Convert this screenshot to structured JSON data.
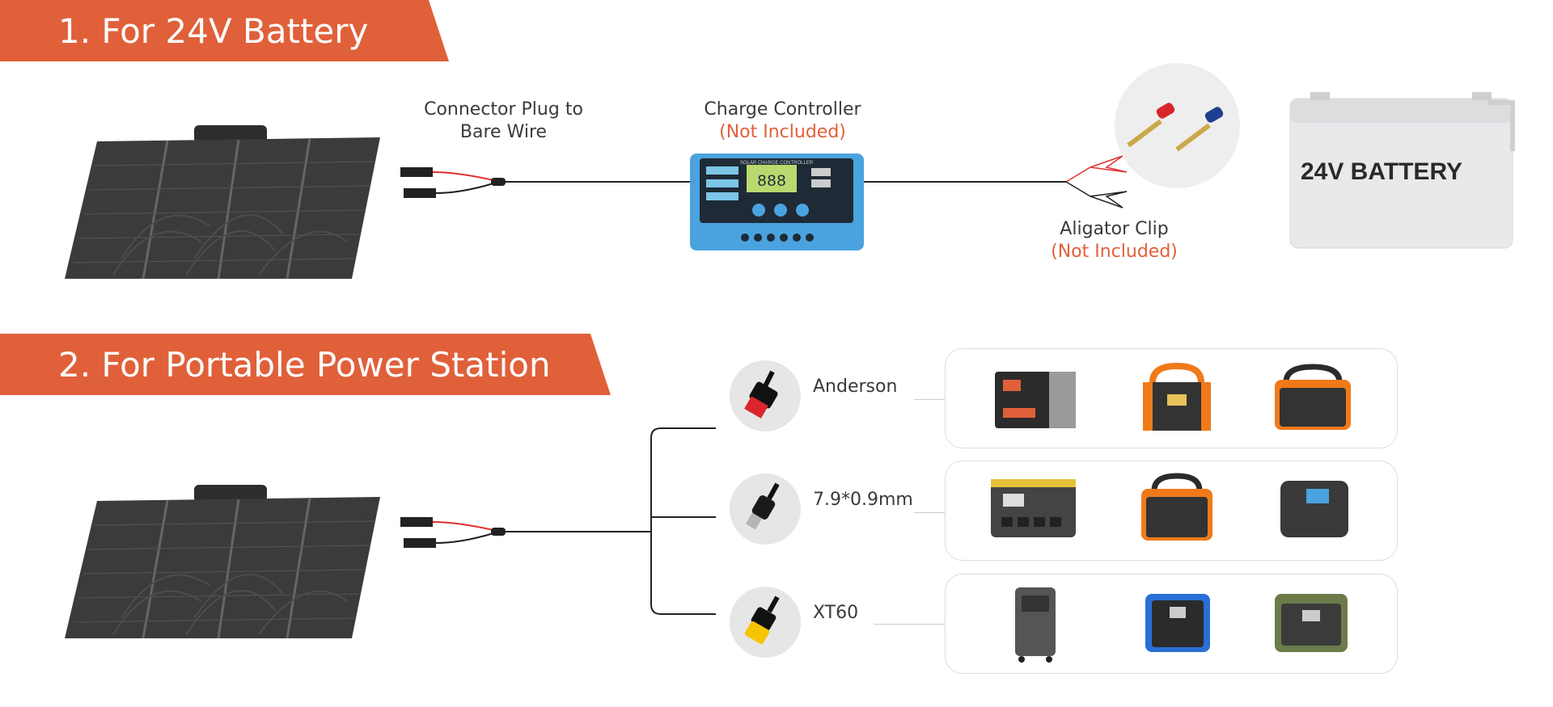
{
  "section1": {
    "title": "1. For 24V Battery",
    "connector_label": "Connector Plug to\nBare Wire",
    "controller_label": "Charge Controller",
    "controller_note": "(Not Included)",
    "controller_screen_text": "SOLAR CHARGE CONTROLLER",
    "controller_display": "888",
    "clip_label": "Aligator Clip",
    "clip_note": "(Not Included)",
    "battery_label": "24V BATTERY"
  },
  "section2": {
    "title": "2. For Portable Power Station",
    "connectors": [
      {
        "name": "Anderson"
      },
      {
        "name": "7.9*0.9mm"
      },
      {
        "name": "XT60"
      }
    ]
  },
  "colors": {
    "accent": "#e0603a",
    "controller_blue": "#4aa3df",
    "panel_dark": "#3b3b3b",
    "anderson_red": "#d9252b",
    "xt60_yellow": "#f5c400"
  }
}
